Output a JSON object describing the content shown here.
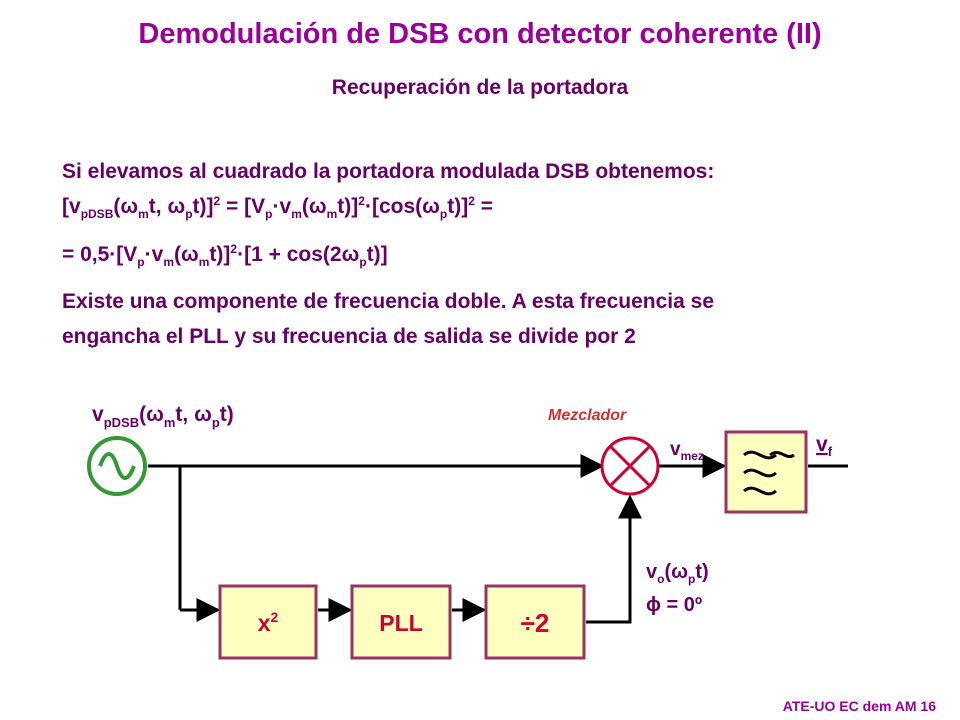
{
  "title": "Demodulación de DSB con detector coherente (II)",
  "subtitle": "Recuperación de la portadora",
  "body": {
    "line1": "Si elevamos al cuadrado la portadora modulada DSB obtenemos:",
    "eq1": {
      "p1": "[v",
      "s1": "pDSB",
      "p2": "(",
      "w1": "ω",
      "s2": "m",
      "p3": "t, ",
      "w2": "ω",
      "s3": "p",
      "p4": "t)]",
      "e1": "2",
      "p5": " = [V",
      "s4": "p",
      "p6": "·v",
      "s5": "m",
      "p7": "(",
      "w3": "ω",
      "s6": "m",
      "p8": "t)]",
      "e2": "2",
      "p9": "·[cos(",
      "w4": "ω",
      "s7": "p",
      "p10": "t)]",
      "e3": "2",
      "p11": " ="
    },
    "eq2": {
      "p1": " = 0,5·[V",
      "s1": "p",
      "p2": "·v",
      "s2": "m",
      "p3": "(",
      "w1": "ω",
      "s3": "m",
      "p4": "t)]",
      "e1": "2",
      "p5": "·[1 + cos(2",
      "w2": "ω",
      "s4": "p",
      "p6": "t)]"
    },
    "para_line1": "Existe una componente de frecuencia doble. A esta frecuencia se",
    "para_line2": "engancha el PLL y su frecuencia de salida se divide por 2"
  },
  "diagram": {
    "input_label": {
      "v": "v",
      "s1": "pDSB",
      "p1": "(",
      "w1": "ω",
      "s2": "m",
      "p2": "t, ",
      "w2": "ω",
      "s3": "p",
      "p3": "t)"
    },
    "mixer_label": "Mezclador",
    "vmez": {
      "v": "v",
      "sub": "mez"
    },
    "vf": {
      "v": "v",
      "sub": "f"
    },
    "vo": {
      "v": "v",
      "s1": "o",
      "p1": "(",
      "w": "ω",
      "s2": "p",
      "p2": "t)"
    },
    "phase": "ϕ = 0º",
    "blocks": {
      "square": {
        "base": "x",
        "sup": "2"
      },
      "pll": "PLL",
      "divider": "÷2"
    },
    "colors": {
      "block_fill": "#ffffc0",
      "block_border": "#993366",
      "oscillator": "#339933",
      "mixer": "#cc0033",
      "text": "#660066",
      "mixer_label": "#cc3333",
      "wire": "#000000"
    }
  },
  "footer": "ATE-UO EC dem AM 16"
}
